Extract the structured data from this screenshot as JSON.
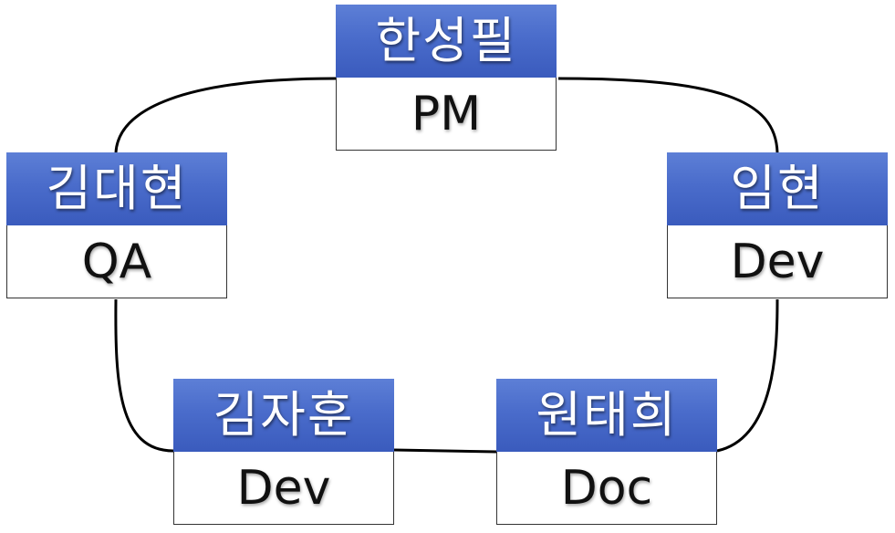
{
  "members": {
    "pm": {
      "name": "한성필",
      "role": "PM"
    },
    "qa": {
      "name": "김대현",
      "role": "QA"
    },
    "dev1": {
      "name": "임현",
      "role": "Dev"
    },
    "dev2": {
      "name": "김자훈",
      "role": "Dev"
    },
    "doc": {
      "name": "원태희",
      "role": "Doc"
    }
  },
  "colors": {
    "header_blue": "#4a6ccb",
    "connector": "#000000",
    "role_text": "#111111"
  }
}
